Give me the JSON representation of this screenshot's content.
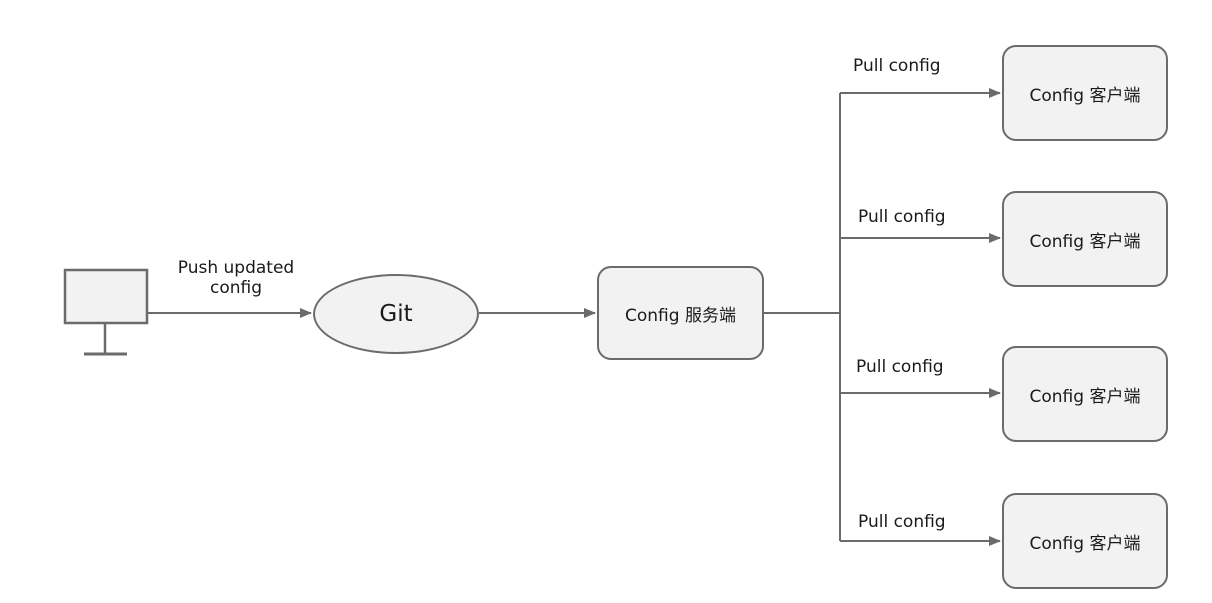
{
  "diagram": {
    "source": {
      "icon": "monitor-icon",
      "edge_label_line1": "Push updated",
      "edge_label_line2": "config"
    },
    "git": {
      "label": "Git"
    },
    "server": {
      "label": "Config 服务端"
    },
    "clients": [
      {
        "label": "Config 客户端",
        "edge_label": "Pull config"
      },
      {
        "label": "Config 客户端",
        "edge_label": "Pull config"
      },
      {
        "label": "Config 客户端",
        "edge_label": "Pull config"
      },
      {
        "label": "Config 客户端",
        "edge_label": "Pull config"
      }
    ],
    "colors": {
      "line": "#6b6b6b",
      "node_fill": "#f2f2f2",
      "text": "#1a1a1a"
    }
  }
}
